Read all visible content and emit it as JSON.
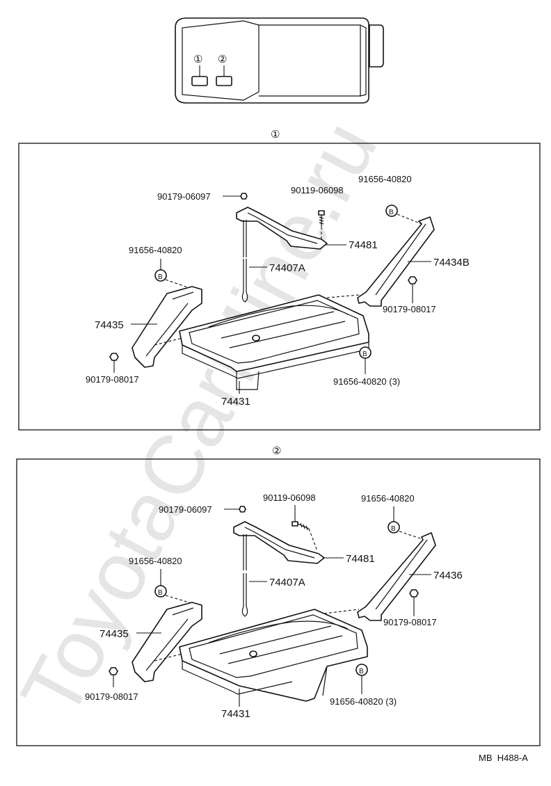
{
  "key_diagram": {
    "slot1": "①",
    "slot2": "②"
  },
  "sections": [
    {
      "marker": "①",
      "labels": {
        "nut_top": "90179-06097",
        "bolt_top": "90119-06098",
        "clip_top_right": "91656-40820",
        "clamp": "74481",
        "clip_left": "91656-40820",
        "rod": "74407A",
        "bracket_right": "74434B",
        "bracket_left": "74435",
        "nut_right": "90179-08017",
        "nut_left": "90179-08017",
        "clip_bottom": "91656-40820 (3)",
        "tray": "74431"
      }
    },
    {
      "marker": "②",
      "labels": {
        "nut_top": "90179-06097",
        "bolt_top": "90119-06098",
        "clip_top_right": "91656-40820",
        "clamp": "74481",
        "clip_left": "91656-40820",
        "rod": "74407A",
        "bracket_right": "74436",
        "bracket_left": "74435",
        "nut_right": "90179-08017",
        "nut_left": "90179-08017",
        "clip_bottom": "91656-40820 (3)",
        "tray": "74431"
      }
    }
  ],
  "clip_glyph": "B",
  "footer_code": "MB  H488-A",
  "watermark": "ToyotaCarMine.ru"
}
